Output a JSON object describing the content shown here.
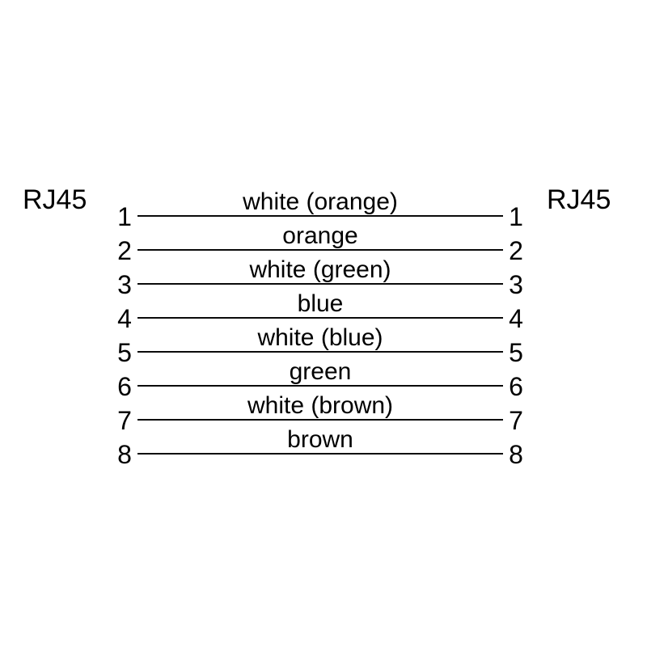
{
  "diagram": {
    "type": "cable-pinout",
    "left_connector": {
      "label": "RJ45"
    },
    "right_connector": {
      "label": "RJ45"
    },
    "line_color": "#0a0a0a",
    "background_color": "#ffffff",
    "wires": [
      {
        "pin_left": "1",
        "pin_right": "1",
        "color": "white (orange)"
      },
      {
        "pin_left": "2",
        "pin_right": "2",
        "color": "orange"
      },
      {
        "pin_left": "3",
        "pin_right": "3",
        "color": "white (green)"
      },
      {
        "pin_left": "4",
        "pin_right": "4",
        "color": "blue"
      },
      {
        "pin_left": "5",
        "pin_right": "5",
        "color": "white (blue)"
      },
      {
        "pin_left": "6",
        "pin_right": "6",
        "color": "green"
      },
      {
        "pin_left": "7",
        "pin_right": "7",
        "color": "white (brown)"
      },
      {
        "pin_left": "8",
        "pin_right": "8",
        "color": "brown"
      }
    ]
  }
}
